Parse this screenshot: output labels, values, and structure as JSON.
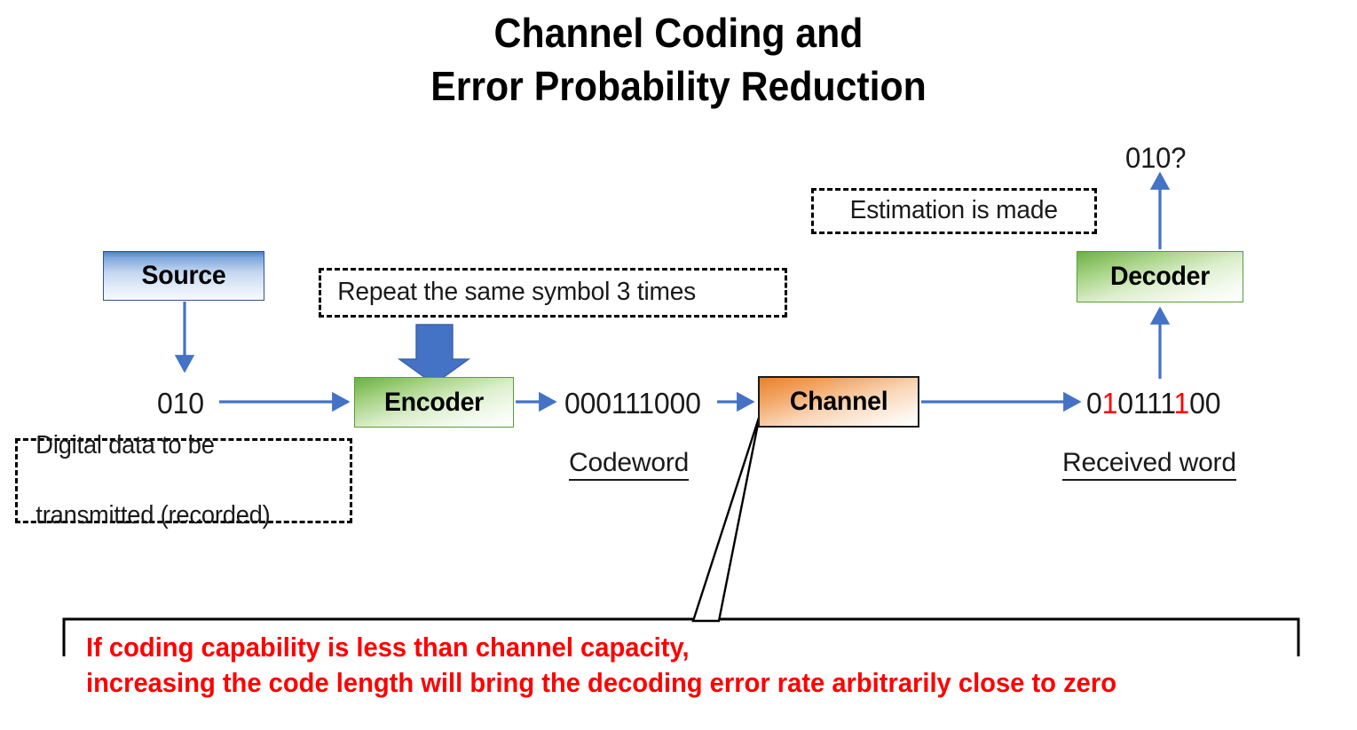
{
  "title": {
    "line1": "Channel Coding and",
    "line2": "Error Probability Reduction"
  },
  "boxes": {
    "source": "Source",
    "encoder": "Encoder",
    "channel": "Channel",
    "decoder": "Decoder"
  },
  "annotations": {
    "repeat": "Repeat the same symbol 3 times",
    "estimation": "Estimation is made",
    "digital_line1": "Digital data to be",
    "digital_line2": "transmitted (recorded)"
  },
  "signals": {
    "source_word": "010",
    "codeword_value": "000111000",
    "received_prefix": "0",
    "received_err1": "1",
    "received_mid": "0111",
    "received_err2": "1",
    "received_suffix": "00",
    "received_full": "010111100",
    "decoded_word": "010?"
  },
  "labels": {
    "codeword": "Codeword",
    "received_word": "Received word"
  },
  "conclusion": {
    "line1": "If coding capability is less than channel capacity,",
    "line2": "increasing the code length will bring the decoding error rate arbitrarily close to zero"
  },
  "colors": {
    "arrow_blue": "#4472c4",
    "error_red": "#ff0000",
    "conclusion_red": "#ff0000",
    "source_blue": "#4c81c4",
    "encoder_green": "#6cb043",
    "channel_orange": "#e8812c",
    "outline_black": "#000000"
  }
}
